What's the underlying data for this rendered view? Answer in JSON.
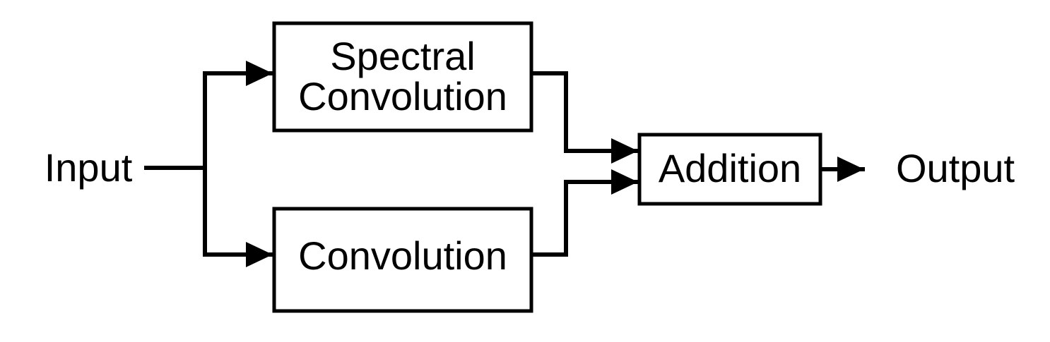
{
  "diagram": {
    "type": "block-diagram",
    "input_label": "Input",
    "output_label": "Output",
    "blocks": {
      "spectral_convolution": {
        "line1": "Spectral",
        "line2": "Convolution"
      },
      "convolution": {
        "label": "Convolution"
      },
      "addition": {
        "label": "Addition"
      }
    },
    "flow": {
      "from": "Input",
      "branches": [
        "Spectral Convolution",
        "Convolution"
      ],
      "merge": "Addition",
      "to": "Output"
    },
    "colors": {
      "line": "#000000",
      "box_fill": "#ffffff",
      "text": "#000000",
      "background": "#ffffff"
    }
  }
}
